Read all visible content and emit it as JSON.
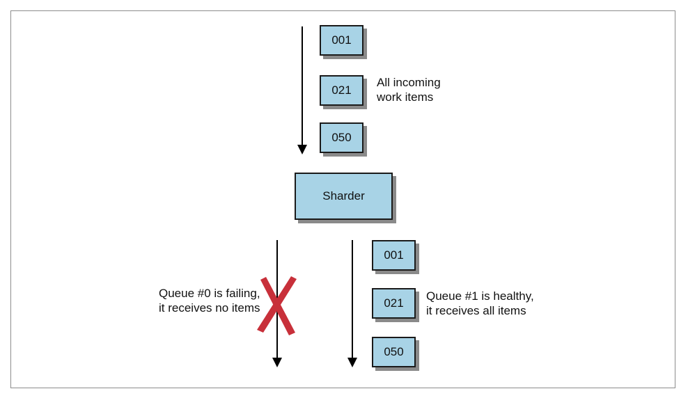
{
  "incoming": {
    "items": [
      "001",
      "021",
      "050"
    ],
    "label_lines": [
      "All incoming",
      "work items"
    ]
  },
  "sharder": {
    "label": "Sharder"
  },
  "queue0": {
    "label_lines": [
      "Queue #0 is failing,",
      "it receives no items"
    ],
    "status": "failing"
  },
  "queue1": {
    "items": [
      "001",
      "021",
      "050"
    ],
    "label_lines": [
      "Queue #1 is healthy,",
      "it receives all items"
    ],
    "status": "healthy"
  },
  "colors": {
    "box_fill": "#a8d3e6",
    "box_border": "#1a1a1a",
    "shadow": "#8a8a8a",
    "arrow": "#000000",
    "cross": "#c8303a"
  }
}
